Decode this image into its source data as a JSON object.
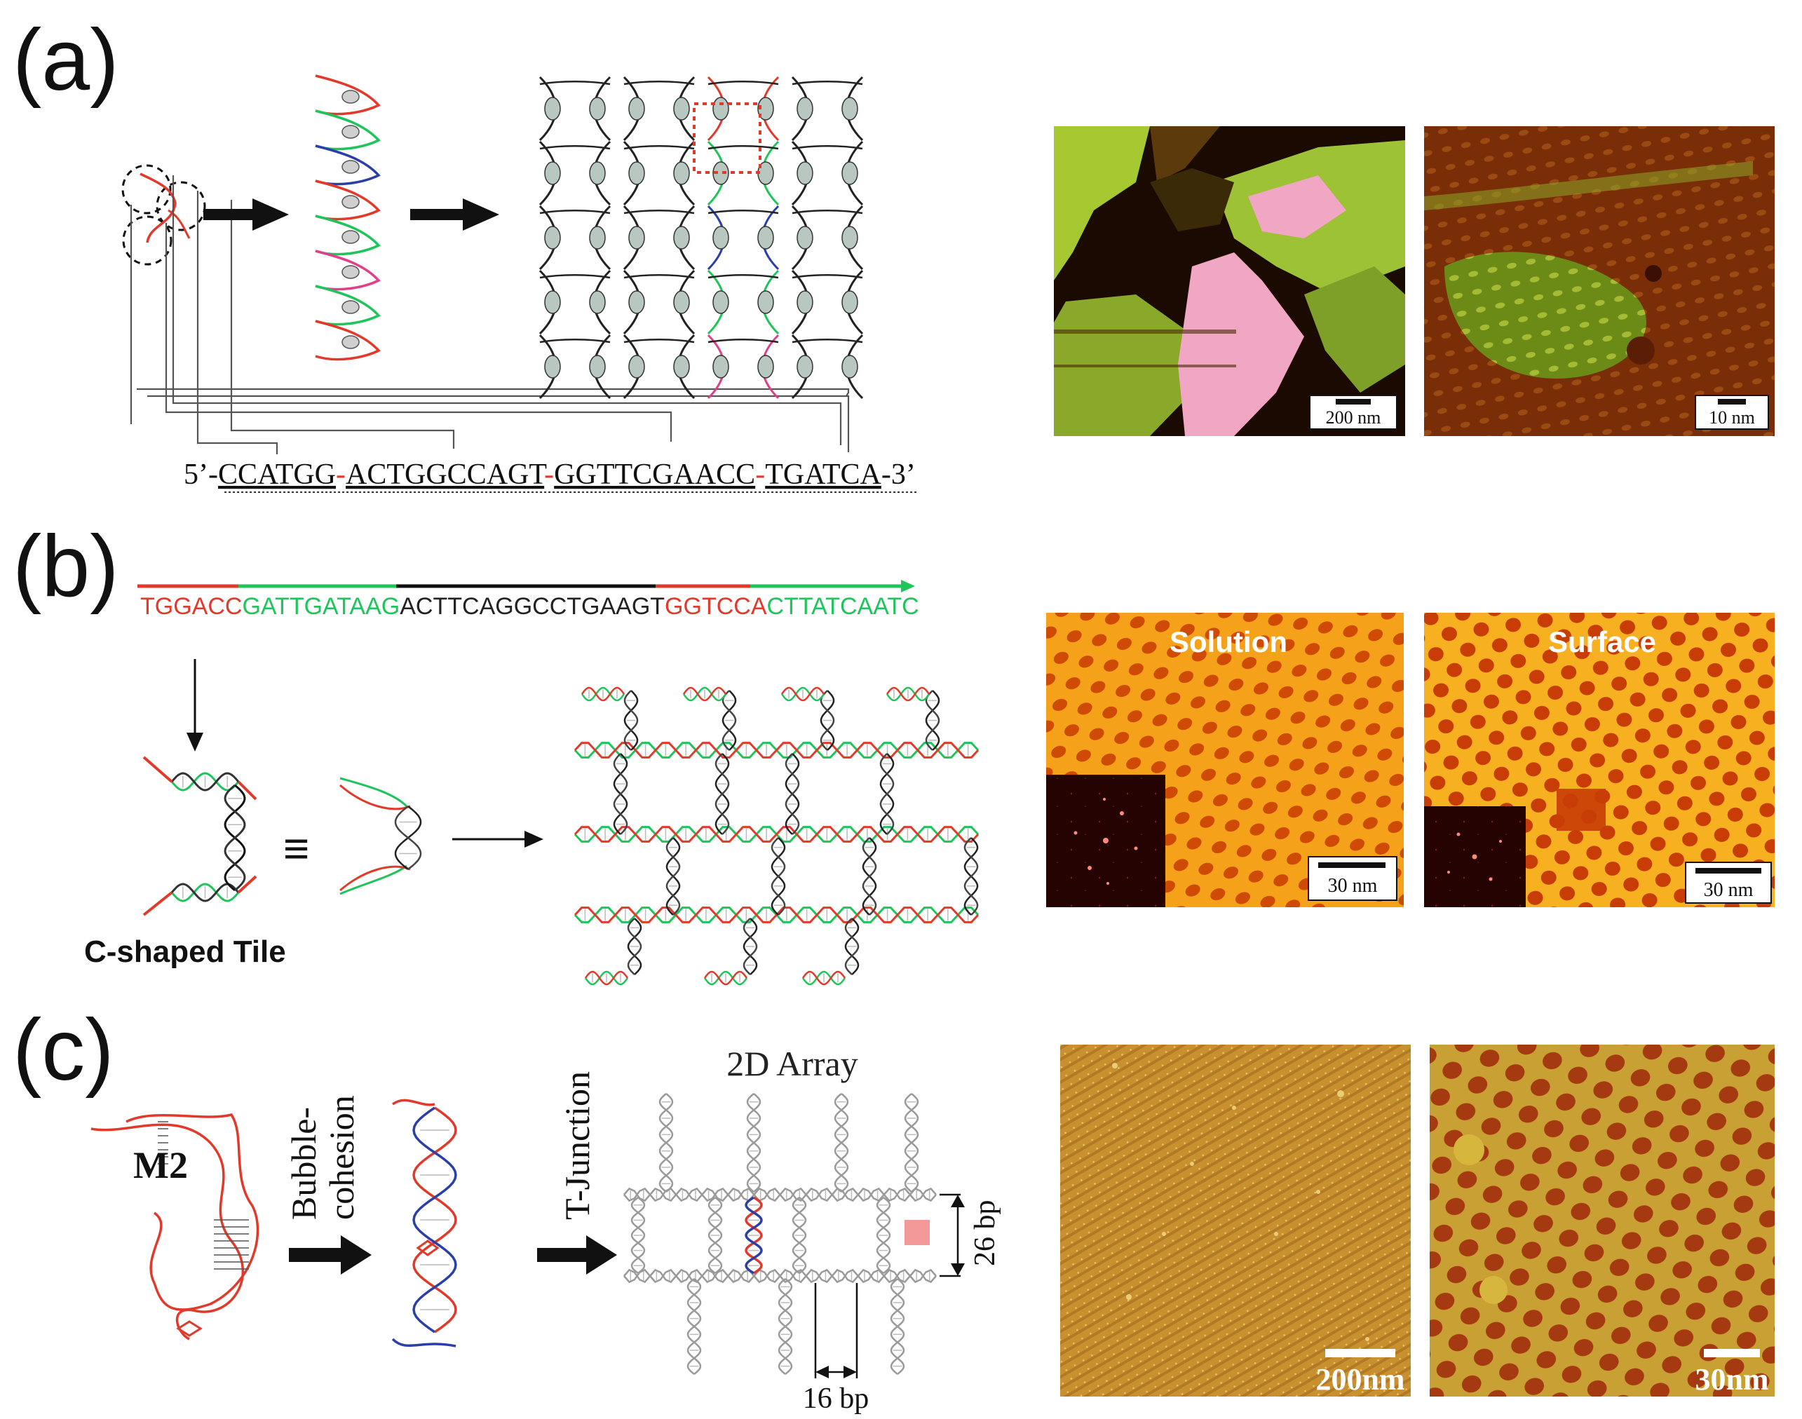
{
  "panels": {
    "a": {
      "label": "(a)",
      "sequence": {
        "prefix": "5’-",
        "segments": [
          "CCATGG",
          "ACTGGCCAGT",
          "GGTTCGAACC",
          "TGATCA"
        ],
        "separator": "-",
        "suffix": "-3’"
      },
      "afm": [
        {
          "scale_bar": "200 nm"
        },
        {
          "scale_bar": "10 nm"
        }
      ]
    },
    "b": {
      "label": "(b)",
      "sequence": {
        "red1": "TGGACC",
        "green1": "GATTGATAAG",
        "black": "ACTTCAGGCCTGAAGT",
        "red2": "GGTCCA",
        "green2": "CTTATCAATC"
      },
      "equiv": "≡",
      "tile_caption": "C-shaped Tile",
      "afm": [
        {
          "title": "Solution",
          "scale_bar": "30 nm"
        },
        {
          "title": "Surface",
          "scale_bar": "30 nm"
        }
      ]
    },
    "c": {
      "label": "(c)",
      "motif": "M2",
      "step1": [
        "Bubble-",
        "cohesion"
      ],
      "step2": "T-Junction",
      "array_title": "2D Array",
      "dim_vertical": "26 bp",
      "dim_horizontal": "16 bp",
      "afm": [
        {
          "scale_bar": "200nm"
        },
        {
          "scale_bar": "30nm"
        }
      ]
    }
  },
  "colors": {
    "red": "#e23a2a",
    "green": "#1fc45a",
    "blue": "#2b3fa8",
    "magenta": "#e0408a",
    "gray": "#9a9a9a",
    "black": "#111111"
  }
}
